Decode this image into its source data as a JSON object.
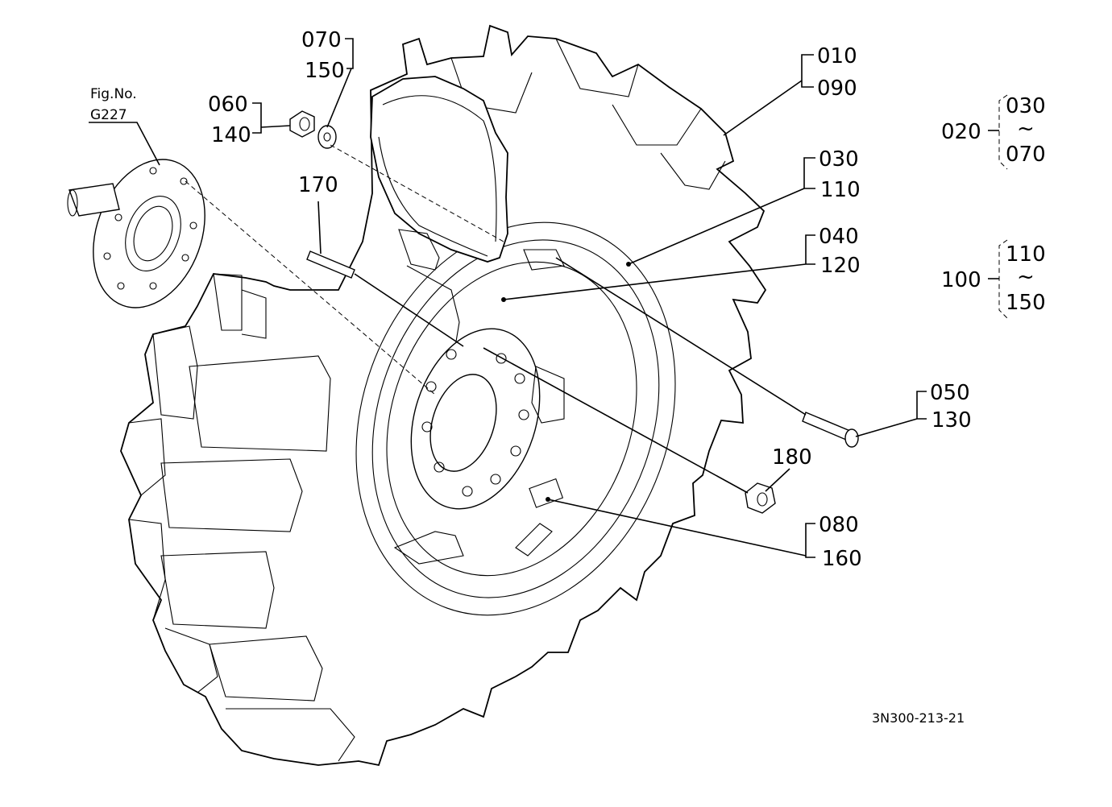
{
  "figure_ref": {
    "line1": "Fig.No.",
    "line2": "G227"
  },
  "drawing_code": "3N300-213-21",
  "callouts": {
    "c070": "070",
    "c150": "150",
    "c060": "060",
    "c140": "140",
    "c170": "170",
    "c010": "010",
    "c090": "090",
    "c030": "030",
    "c110": "110",
    "c040": "040",
    "c120": "120",
    "c050": "050",
    "c130": "130",
    "c180": "180",
    "c080": "080",
    "c160": "160"
  },
  "groups": [
    {
      "parent": "020",
      "from": "030",
      "tilde": "~",
      "to": "070"
    },
    {
      "parent": "100",
      "from": "110",
      "tilde": "~",
      "to": "150"
    }
  ]
}
